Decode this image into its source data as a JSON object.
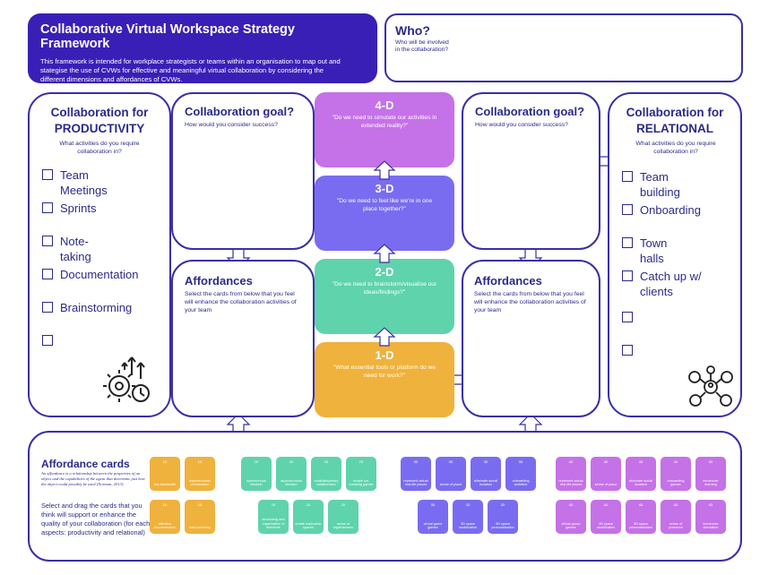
{
  "header": {
    "title": "Collaborative Virtual Workspace Strategy Framework",
    "description": "This framework is intended for workplace strategists or teams within an organisation to map out and stategise the use of CVWs for effective and meaningful virtual collaboration by considering the different dimensions and affordances of CVWs."
  },
  "who": {
    "title": "Who?",
    "prompt": "Who will be involved in the collaboration?"
  },
  "productivity": {
    "title_line1": "Collaboration for",
    "title_line2": "PRODUCTIVITY",
    "subtitle": "What activities do you require collaboration in?",
    "items": [
      "Team Meetings",
      "Sprints",
      "Note-taking",
      "Documentation",
      "Brainstorming",
      ""
    ],
    "icon": "gears-clock-icon"
  },
  "relational": {
    "title_line1": "Collaboration for",
    "title_line2": "RELATIONAL",
    "subtitle": "What activities do you require collaboration in?",
    "items": [
      "Team building",
      "Onboarding",
      "Town halls",
      "Catch up w/ clients",
      "",
      ""
    ],
    "icon": "people-network-icon"
  },
  "goal_left": {
    "title": "Collaboration goal?",
    "subtitle": "How would you consider success?"
  },
  "goal_right": {
    "title": "Collaboration goal?",
    "subtitle": "How would you consider success?"
  },
  "affordances_left": {
    "title": "Affordances",
    "subtitle": "Select the cards from below that you feel will enhance the collaboration activities of your team"
  },
  "affordances_right": {
    "title": "Affordances",
    "subtitle": "Select the cards from below that you feel will enhance the collaboration activities of your team"
  },
  "dimensions": [
    {
      "name": "4-D",
      "question": "\"Do we need to simulate our activities in extended reality?\"",
      "color": "#c571e8"
    },
    {
      "name": "3-D",
      "question": "\"Do we need to feel like we're in one place together?\"",
      "color": "#7a6cf0"
    },
    {
      "name": "2-D",
      "question": "\"Do we need to brainstorm/visualise our ideas/findings?\"",
      "color": "#5fd3ac"
    },
    {
      "name": "1-D",
      "question": "\"What essential tools or platform do we need for work?\"",
      "color": "#efb23c"
    }
  ],
  "cards_section": {
    "title": "Affordance cards",
    "note": "An affordance is a relationship between the properties of an object and the capabilities of the agent that determine just how the object could possibly be used (Norman, 2013).",
    "instructions": "Select and drag the cards that you think will support or enhance the quality of your collaboration (for each aspects: productivity and relational)"
  },
  "cards": {
    "one_d": {
      "color": "#efb23c",
      "items": [
        {
          "dim": "1D",
          "label": "low bandwidth"
        },
        {
          "dim": "1D",
          "label": "asynchronous coordination"
        },
        {
          "dim": "1D",
          "label": "effective documentation"
        },
        {
          "dim": "1D",
          "label": "data archiving"
        }
      ]
    },
    "two_d": {
      "color": "#5fd3ac",
      "items": [
        {
          "dim": "2D",
          "label": "synchronous ideation"
        },
        {
          "dim": "2D",
          "label": "asynchronous ideation"
        },
        {
          "dim": "2D",
          "label": "multidisciplinary collaboration"
        },
        {
          "dim": "2D",
          "label": "simple ice-breaking games"
        },
        {
          "dim": "2D",
          "label": "structuring and organisation of elements"
        },
        {
          "dim": "2D",
          "label": "create explorable spaces"
        },
        {
          "dim": "2D",
          "label": "sense of togetherness"
        }
      ]
    },
    "three_d": {
      "color": "#7a6cf0",
      "items": [
        {
          "dim": "3D",
          "label": "represent actual real-life places"
        },
        {
          "dim": "3D",
          "label": "sense of place"
        },
        {
          "dim": "3D",
          "label": "eliminate social isolation"
        },
        {
          "dim": "3D",
          "label": "onboarding activities"
        },
        {
          "dim": "3D",
          "label": "virtual game games"
        },
        {
          "dim": "3D",
          "label": "3D space modification"
        },
        {
          "dim": "3D",
          "label": "3D space personalization"
        }
      ]
    },
    "four_d": {
      "color": "#c571e8",
      "items": [
        {
          "dim": "4D",
          "label": "represent actual real-life places"
        },
        {
          "dim": "4D",
          "label": "sense of place"
        },
        {
          "dim": "4D",
          "label": "eliminate social isolation"
        },
        {
          "dim": "4D",
          "label": "onboarding games"
        },
        {
          "dim": "4D",
          "label": "immersive learning"
        },
        {
          "dim": "4D",
          "label": "virtual group games"
        },
        {
          "dim": "4D",
          "label": "3D space modification"
        },
        {
          "dim": "4D",
          "label": "3D space personalization"
        },
        {
          "dim": "4D",
          "label": "sense of presence"
        },
        {
          "dim": "4D",
          "label": "immersive simulation"
        }
      ]
    }
  },
  "colors": {
    "primary": "#3a1fb7",
    "border": "#3a2fa6",
    "text": "#2a2a8a"
  }
}
